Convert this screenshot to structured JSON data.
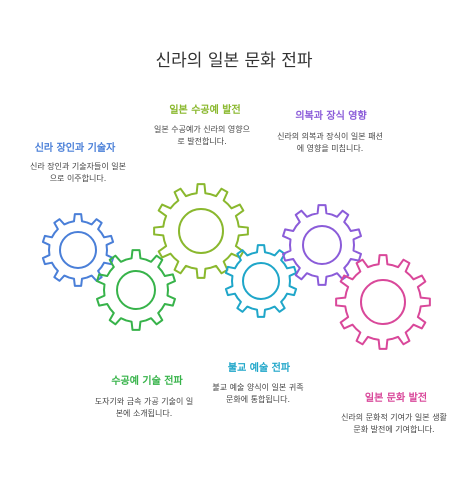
{
  "title": "신라의 일본 문화 전파",
  "colors": {
    "blue": "#4a7fd8",
    "green": "#37b34a",
    "olive": "#8ab82e",
    "teal": "#1fa6c9",
    "purple": "#8b5cd9",
    "pink": "#d9489a"
  },
  "items": [
    {
      "heading": "신라 장인과 기술자",
      "description": "신라 장인과 기술자들이 일본으로 이주합니다.",
      "color": "blue"
    },
    {
      "heading": "수공예 기술 전파",
      "description": "도자기와 금속 가공 기술이 일본에 소개됩니다.",
      "color": "green"
    },
    {
      "heading": "일본 수공예 발전",
      "description": "일본 수공예가 신라의 영향으로 발전합니다.",
      "color": "olive"
    },
    {
      "heading": "불교 예술 전파",
      "description": "불교 예술 양식이 일본 귀족 문화에 통합됩니다.",
      "color": "teal"
    },
    {
      "heading": "의복과 장식 영향",
      "description": "신라의 의복과 장식이 일본 패션에 영향을 미칩니다.",
      "color": "purple"
    },
    {
      "heading": "일본 문화 발전",
      "description": "신라의 문화적 기여가 일본 생활문화 발전에 기여합니다.",
      "color": "pink"
    }
  ]
}
